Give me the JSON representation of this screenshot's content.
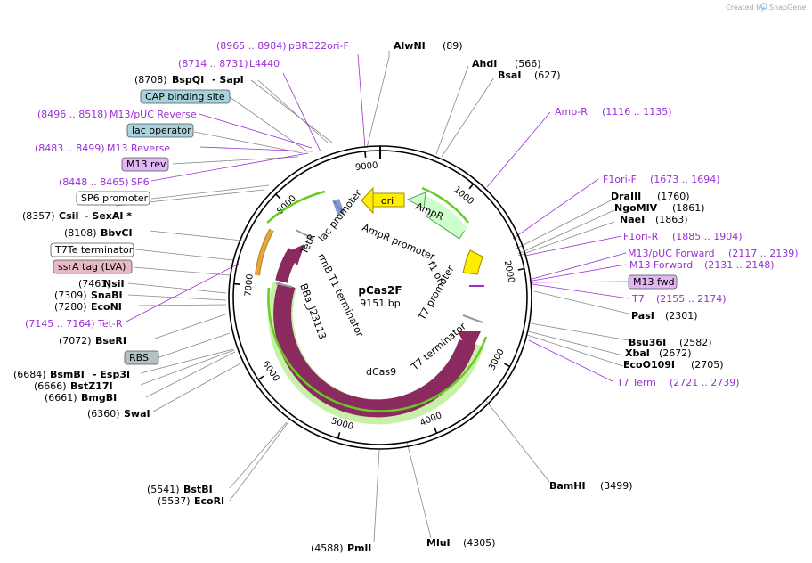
{
  "credit": {
    "prefix": "Created by",
    "brand": "SnapGene"
  },
  "plasmid": {
    "name": "pCas2F",
    "length_label": "9151 bp",
    "length": 9151
  },
  "ticks": [
    "1000",
    "2000",
    "3000",
    "4000",
    "5000",
    "6000",
    "7000",
    "8000",
    "9000"
  ],
  "sites": [
    {
      "name": "AlwNI",
      "pos": "(89)"
    },
    {
      "name": "AhdI",
      "pos": "(566)"
    },
    {
      "name": "BsaI",
      "pos": "(627)"
    },
    {
      "name": "DraIII",
      "pos": "(1760)"
    },
    {
      "name": "NgoMIV",
      "pos": "(1861)"
    },
    {
      "name": "NaeI",
      "pos": "(1863)"
    },
    {
      "name": "PasI",
      "pos": "(2301)"
    },
    {
      "name": "Bsu36I",
      "pos": "(2582)"
    },
    {
      "name": "XbaI",
      "pos": "(2672)"
    },
    {
      "name": "EcoO109I",
      "pos": "(2705)"
    },
    {
      "name": "BamHI",
      "pos": "(3499)"
    },
    {
      "name": "MluI",
      "pos": "(4305)"
    },
    {
      "name": "PmlI",
      "pos": "(4588)"
    },
    {
      "name": "BstBI",
      "pos": "(5541)"
    },
    {
      "name": "EcoRI",
      "pos": "(5537)"
    },
    {
      "name": "SwaI",
      "pos": "(6360)"
    },
    {
      "name": "BmgBI",
      "pos": "(6661)"
    },
    {
      "name": "BstZ17I",
      "pos": "(6666)"
    },
    {
      "name": "BsmBI",
      "sep": "- Esp3I",
      "pos": "(6684)"
    },
    {
      "name": "BseRI",
      "pos": "(7072)"
    },
    {
      "name": "EcoNI",
      "pos": "(7280)"
    },
    {
      "name": "SnaBI",
      "pos": "(7309)"
    },
    {
      "name": "NsiI",
      "pos": "(7461)"
    },
    {
      "name": "BbvCI",
      "pos": "(8108)"
    },
    {
      "name": "CsiI",
      "sep": "- SexAI *",
      "pos": "(8357)"
    },
    {
      "name": "BspQI",
      "sep": "- SapI",
      "pos": "(8708)"
    }
  ],
  "primers": [
    {
      "name": "pBR322ori-F",
      "range": "(8965 .. 8984)"
    },
    {
      "name": "L4440",
      "range": "(8714 .. 8731)"
    },
    {
      "name": "M13/pUC Reverse",
      "range": "(8496 .. 8518)"
    },
    {
      "name": "M13 Reverse",
      "range": "(8483 .. 8499)"
    },
    {
      "name": "SP6",
      "range": "(8448 .. 8465)"
    },
    {
      "name": "Tet-R",
      "range": "(7145 .. 7164)"
    },
    {
      "name": "Amp-R",
      "range": "(1116 .. 1135)"
    },
    {
      "name": "F1ori-F",
      "range": "(1673 .. 1694)"
    },
    {
      "name": "F1ori-R",
      "range": "(1885 .. 1904)"
    },
    {
      "name": "M13/pUC Forward",
      "range": "(2117 .. 2139)"
    },
    {
      "name": "M13 Forward",
      "range": "(2131 .. 2148)"
    },
    {
      "name": "T7",
      "range": "(2155 .. 2174)"
    },
    {
      "name": "T7 Term",
      "range": "(2721 .. 2739)"
    }
  ],
  "boxes": [
    {
      "label": "CAP binding site",
      "fill": "#a8d3dc"
    },
    {
      "label": "lac operator",
      "fill": "#a8d3dc"
    },
    {
      "label": "M13 rev",
      "fill": "#e0b6f4"
    },
    {
      "label": "SP6 promoter",
      "fill": "#ffffff"
    },
    {
      "label": "T7Te terminator",
      "fill": "#ffffff"
    },
    {
      "label": "ssrA tag (LVA)",
      "fill": "#e6b9c4"
    },
    {
      "label": "RBS",
      "fill": "#b4c2c6"
    },
    {
      "label": "M13 fwd",
      "fill": "#e0b6f4"
    }
  ],
  "features": {
    "ori": "ori",
    "ampr_promoter": "AmpR promoter",
    "ampr": "AmpR",
    "f1_ori": "f1 ori",
    "lac_promoter": "lac promoter",
    "tetr": "TetR",
    "rrnb": "rrnB T1 terminator",
    "bba": "BBa_J23113",
    "dcas9": "dCas9",
    "t7_promoter": "T7 promoter",
    "t7_terminator": "T7 terminator"
  },
  "colors": {
    "primer": "#9a2fd6",
    "dcas9": "#8b2a5e",
    "ori": "#ffee00",
    "ampr": "#ccffcc",
    "green_glow": "#66cc22",
    "tetr": "#8b2a5e",
    "ssrA": "#e8a640"
  }
}
